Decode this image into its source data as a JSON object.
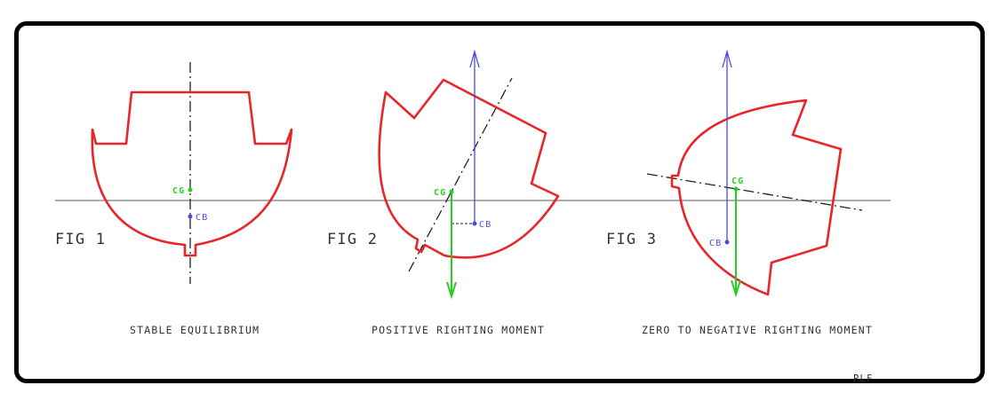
{
  "figures": [
    {
      "label": "FIG 1",
      "caption": "STABLE EQUILIBRIUM",
      "cg_label": "CG",
      "cb_label": "CB"
    },
    {
      "label": "FIG 2",
      "caption": "POSITIVE RIGHTING MOMENT",
      "cg_label": "CG",
      "cb_label": "CB"
    },
    {
      "label": "FIG 3",
      "caption": "ZERO TO NEGATIVE RIGHTING MOMENT",
      "cg_label": "CG",
      "cb_label": "CB"
    }
  ],
  "author": "PLF",
  "colors": {
    "hull": "#e8262a",
    "gravity": "#22d11a",
    "buoyancy": "#4a4ae0",
    "waterline": "#909090",
    "axis": "#222222",
    "text": "#333333",
    "frame": "#000000"
  }
}
